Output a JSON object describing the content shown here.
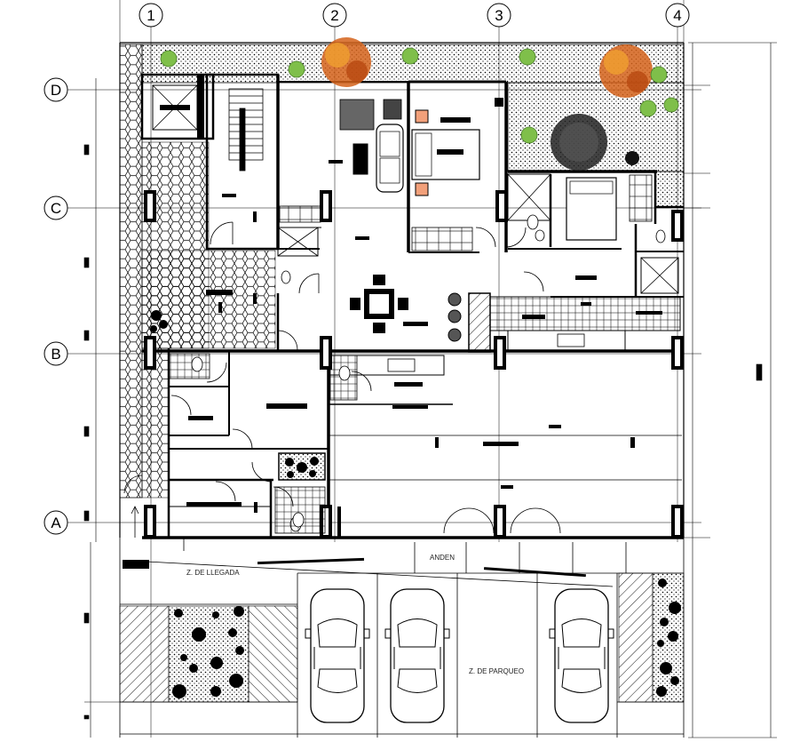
{
  "axes": {
    "columns": [
      "1",
      "2",
      "3",
      "4"
    ],
    "rows": [
      "D",
      "C",
      "B",
      "A"
    ]
  },
  "labels": {
    "arrival_zone": "Z. DE LLEGADA",
    "sidewalk": "ANDEN",
    "parking_zone": "Z. DE PARQUEO"
  },
  "colors": {
    "line": "#000000",
    "tree_orange": "#d4621a",
    "tree_orange_light": "#f0a030",
    "shrub_green": "#7fbf4a",
    "accent_box": "#f2a07a"
  },
  "icons": [
    "car-icon",
    "tree-icon",
    "shrub-icon",
    "dining-table-icon",
    "bed-icon",
    "sofa-icon",
    "toilet-icon",
    "stair-icon",
    "door-swing-icon"
  ]
}
